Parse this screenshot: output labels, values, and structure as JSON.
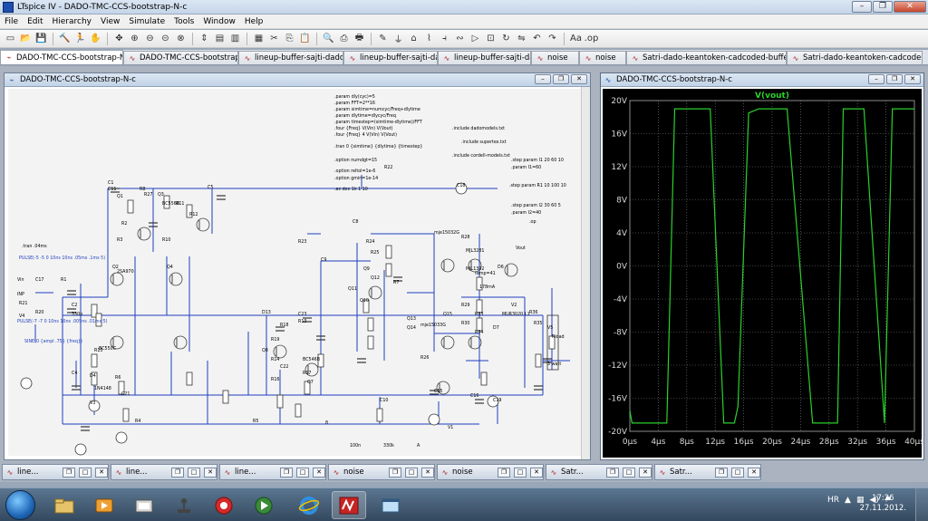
{
  "app": {
    "title": "LTspice IV - DADO-TMC-CCS-bootstrap-N-c"
  },
  "menu": [
    "File",
    "Edit",
    "Hierarchy",
    "View",
    "Simulate",
    "Tools",
    "Window",
    "Help"
  ],
  "toolbar_icons": [
    "new-schematic-icon",
    "open-icon",
    "save-icon",
    "control-panel-icon",
    "run-icon",
    "halt-icon",
    "pan-icon",
    "zoom-in-icon",
    "zoom-out-icon",
    "zoom-back-icon",
    "zoom-fit-icon",
    "autorange-icon",
    "tile-horizontal-icon",
    "tile-vertical-icon",
    "cascade-icon",
    "cut-icon",
    "copy-icon",
    "paste-icon",
    "find-icon",
    "print-setup-icon",
    "print-icon",
    "draw-wire-icon",
    "ground-icon",
    "label-net-icon",
    "resistor-icon",
    "capacitor-icon",
    "inductor-icon",
    "diode-icon",
    "component-icon",
    "rotate-icon",
    "mirror-icon",
    "undo-icon",
    "redo-icon",
    "text-icon",
    "spice-directive-icon"
  ],
  "tabs": [
    {
      "label": "DADO-TMC-CCS-bootstrap-N-c",
      "active": true
    },
    {
      "label": "DADO-TMC-CCS-bootstrap-N-c",
      "active": false
    },
    {
      "label": "lineup-buffer-sajti-dado",
      "active": false
    },
    {
      "label": "lineup-buffer-sajti-dado",
      "active": false
    },
    {
      "label": "lineup-buffer-sajti-dado",
      "active": false
    },
    {
      "label": "noise",
      "active": false
    },
    {
      "label": "noise",
      "active": false
    },
    {
      "label": "Satri-dado-keantoken-cadcoded-buffers-lownoise",
      "active": false
    },
    {
      "label": "Satri-dado-keantoken-cadcoded-buffers-lownoise",
      "active": false
    }
  ],
  "schematic_window": {
    "title": "DADO-TMC-CCS-bootstrap-N-c",
    "directives": [
      ".param dly(cyc)=5",
      ".param FFT=2**16",
      ".param simtime=numcyc/Freq+dlytime",
      ".param dlytime=dlycyc/Freq",
      ".param timestep=(simtime-dlytime)/FFT",
      ".four {Freq} V(Vin) V(Vout)",
      ".four {Freq} 4 V(Vin) V(Vout)",
      ".tran 0 {simtime} {dlytime} {timestep}",
      ".option numdgt=15",
      ".option reltol=1e-6",
      ".option gmin=1e-14",
      ".ac dec 1k 1 10",
      ".include dadomodels.txt",
      ".include supertex.txt",
      ".include cordell-models.txt",
      ".step param I1 20 60 10",
      ".param I1=60",
      ".step param R1 10 100 10",
      ".step param I2 30 60 5",
      ".param I2=40",
      ".op",
      ".tran .04ms"
    ],
    "sources": [
      "PULSE(-5 -5 0 10ns 10ns .05ms .1ms 5)",
      "PULSE(-7 -7 0 10ns 10ns .005ns .01ms 5)",
      "SINE(0 {ampl .75} {freq})"
    ],
    "labels": [
      "C1",
      "R2",
      "Q1",
      "C11",
      "R8",
      "R27",
      "Q3",
      "BC556B",
      "R11",
      "R12",
      "C5",
      "R3",
      "R10",
      "Q2",
      "Q4",
      "2SA970",
      "R21",
      "R20",
      "C2",
      "330p",
      "R1",
      "C17",
      "Vin",
      "V4",
      "INP",
      "C4",
      "D4",
      "1N4148",
      "V3",
      "R4",
      "R5",
      "R6",
      "C21",
      "D13",
      "R18",
      "R19",
      "R15",
      "R14",
      "R16",
      "R17",
      "Q7",
      "Q8",
      "BC546B",
      "BC550C",
      "C22",
      "C23",
      "R13",
      "C10",
      "R7",
      "R22",
      "R23",
      "R24",
      "R25",
      "Q9",
      "Q10",
      "Q11",
      "Q12",
      "Q13",
      "Q14",
      "Q15",
      "mje15032G",
      "mje15033G",
      "R26",
      "R28",
      "R29",
      "R30",
      "R33",
      "R34",
      "D6",
      "D7",
      "MUR3020",
      "MJL3281",
      "MJL1302",
      "temp=41",
      "178mA",
      "L1",
      "R35",
      "R36",
      "C8",
      "C9",
      "C15",
      "C16",
      "C18",
      "C19",
      "V1",
      "V2",
      "V5",
      "Vout",
      "Rload",
      "3 watt",
      "8",
      "100n",
      "330k",
      "A"
    ]
  },
  "waveform_window": {
    "title": "DADO-TMC-CCS-bootstrap-N-c",
    "trace": "V(vout)",
    "trace_color": "#2bd02b"
  },
  "chart_data": {
    "type": "line",
    "title": "V(vout)",
    "xlabel": "",
    "ylabel": "",
    "x_ticks": [
      "0µs",
      "4µs",
      "8µs",
      "12µs",
      "16µs",
      "20µs",
      "24µs",
      "28µs",
      "32µs",
      "36µs",
      "40µs"
    ],
    "y_ticks": [
      "20V",
      "16V",
      "12V",
      "8V",
      "4V",
      "0V",
      "-4V",
      "-8V",
      "-12V",
      "-16V",
      "-20V"
    ],
    "xlim": [
      0,
      40
    ],
    "ylim": [
      -20,
      20
    ],
    "grid": true,
    "series": [
      {
        "name": "V(vout)",
        "x": [
          0,
          0.3,
          1.5,
          5.2,
          6.3,
          11.3,
          13.2,
          14.7,
          15.2,
          16.7,
          18.1,
          21.1,
          22.1,
          25.7,
          27.7,
          29.2,
          30.0,
          31.5,
          32.9,
          35.8,
          36.9,
          40
        ],
        "y": [
          -17.5,
          -19,
          -19,
          -19,
          19,
          19,
          -19,
          -19,
          -17,
          18.5,
          19,
          19,
          19,
          -19,
          -19,
          -19,
          19,
          19,
          19,
          -19,
          19,
          19
        ]
      }
    ]
  },
  "minimized_windows": [
    "line...",
    "line...",
    "line...",
    "noise",
    "noise",
    "Satr...",
    "Satr..."
  ],
  "taskbar": {
    "language": "HR",
    "time": "17:26",
    "date": "27.11.2012."
  }
}
